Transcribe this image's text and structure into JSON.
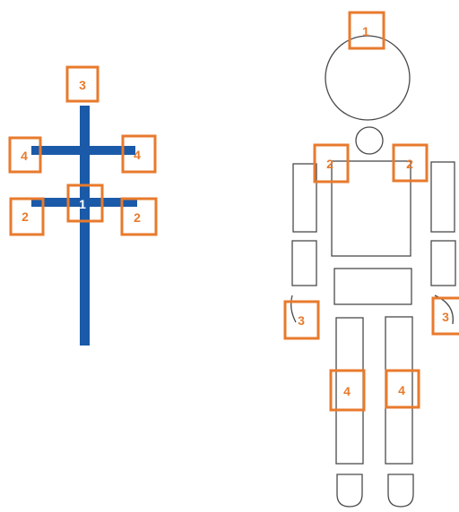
{
  "colors": {
    "marker": "#e87a2d",
    "frame": "#1a5aa8",
    "outline": "#4a4a4a"
  },
  "frame_markers": {
    "top": "3",
    "upper_left": "4",
    "upper_right": "4",
    "center": "1",
    "lower_left": "2",
    "lower_right": "2"
  },
  "body_markers": {
    "head": "1",
    "left_shoulder": "2",
    "right_shoulder": "2",
    "left_hand": "3",
    "right_hand": "3",
    "left_leg": "4",
    "right_leg": "4"
  }
}
